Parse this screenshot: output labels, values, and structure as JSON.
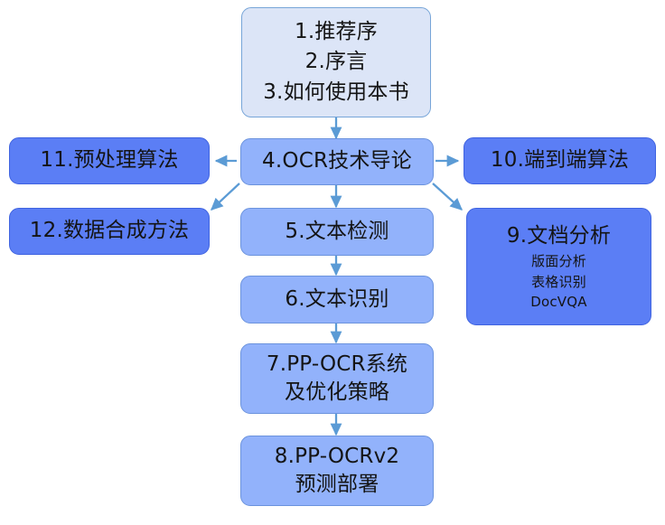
{
  "diagram": {
    "title": "OCR book chapter structure flowchart",
    "colors": {
      "light_fill": "#dce5f7",
      "light_border": "#77a5d8",
      "mid_fill": "#92b2fb",
      "mid_border": "#6b93dd",
      "strong_fill": "#5b7ef5",
      "strong_border": "#3f63e0",
      "arrow": "#5b9bd5",
      "text": "#141414",
      "background": "#ffffff"
    },
    "nodes": [
      {
        "id": "intro",
        "variant": "light",
        "lines": [
          "1.推荐序",
          "2.序言",
          "3.如何使用本书"
        ],
        "sublines": []
      },
      {
        "id": "ch4",
        "variant": "mid",
        "lines": [
          "4.OCR技术导论"
        ],
        "sublines": []
      },
      {
        "id": "ch11",
        "variant": "strong",
        "lines": [
          "11.预处理算法"
        ],
        "sublines": []
      },
      {
        "id": "ch12",
        "variant": "strong",
        "lines": [
          "12.数据合成方法"
        ],
        "sublines": []
      },
      {
        "id": "ch10",
        "variant": "strong",
        "lines": [
          "10.端到端算法"
        ],
        "sublines": []
      },
      {
        "id": "ch9",
        "variant": "strong",
        "lines": [
          "9.文档分析"
        ],
        "sublines": [
          "版面分析",
          "表格识别",
          "DocVQA"
        ]
      },
      {
        "id": "ch5",
        "variant": "mid",
        "lines": [
          "5.文本检测"
        ],
        "sublines": []
      },
      {
        "id": "ch6",
        "variant": "mid",
        "lines": [
          "6.文本识别"
        ],
        "sublines": []
      },
      {
        "id": "ch7",
        "variant": "mid",
        "lines": [
          "7.PP-OCR系统",
          "及优化策略"
        ],
        "sublines": []
      },
      {
        "id": "ch8",
        "variant": "mid",
        "lines": [
          "8.PP-OCRv2",
          "预测部署"
        ],
        "sublines": []
      }
    ],
    "edges": [
      {
        "from": "intro",
        "to": "ch4",
        "direction": "down"
      },
      {
        "from": "ch4",
        "to": "ch11",
        "direction": "left"
      },
      {
        "from": "ch4",
        "to": "ch10",
        "direction": "right"
      },
      {
        "from": "ch4",
        "to": "ch12",
        "direction": "down-left"
      },
      {
        "from": "ch4",
        "to": "ch9",
        "direction": "down-right"
      },
      {
        "from": "ch4",
        "to": "ch5",
        "direction": "down"
      },
      {
        "from": "ch5",
        "to": "ch6",
        "direction": "down"
      },
      {
        "from": "ch6",
        "to": "ch7",
        "direction": "down"
      },
      {
        "from": "ch7",
        "to": "ch8",
        "direction": "down"
      }
    ]
  }
}
